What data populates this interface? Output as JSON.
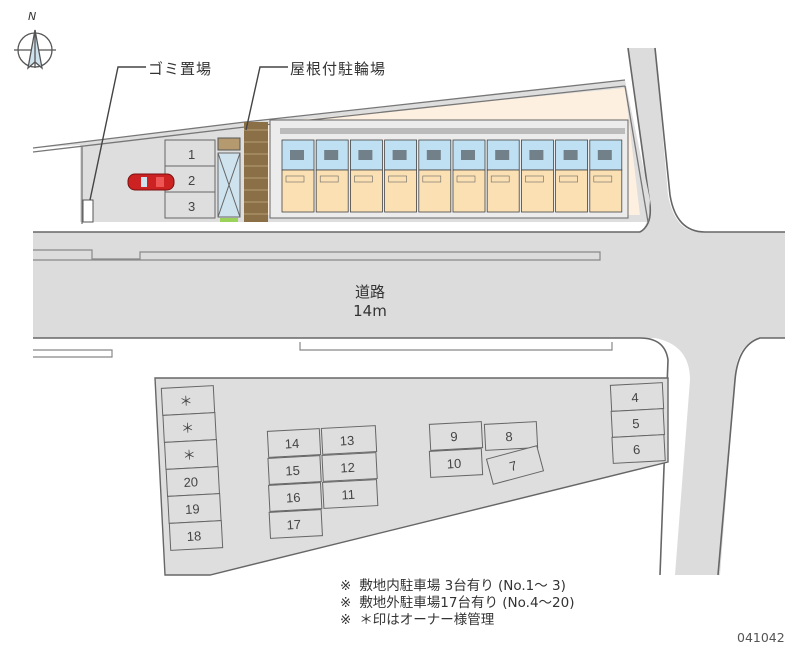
{
  "compass": {
    "north_label": "N"
  },
  "callouts": {
    "garbage": "ゴミ置場",
    "bicycle": "屋根付駐輪場"
  },
  "road": {
    "name": "道路",
    "width": "14m"
  },
  "onsite_parking": {
    "stalls": [
      "1",
      "2",
      "3"
    ]
  },
  "offsite_parking": {
    "left_column": [
      "＊",
      "＊",
      "＊",
      "20",
      "19",
      "18"
    ],
    "center_left": [
      "14",
      "15",
      "16",
      "17"
    ],
    "center_right": [
      "13",
      "12",
      "11"
    ],
    "pair_left": [
      "9",
      "10"
    ],
    "pair_right": [
      "8",
      "7"
    ],
    "right_column": [
      "4",
      "5",
      "6"
    ]
  },
  "building": {
    "units": 10
  },
  "notes": [
    {
      "mark": "※",
      "text": "敷地内駐車場 3台有り (No.1〜 3)"
    },
    {
      "mark": "※",
      "text": "敷地外駐車場17台有り (No.4〜20)"
    },
    {
      "mark": "※",
      "text": "＊印はオーナー様管理"
    }
  ],
  "code": "041042",
  "colors": {
    "road": "#dcdcdc",
    "lot": "#dedede",
    "unit_blue": "#bfe0f2",
    "unit_beige": "#fbe0b4",
    "yard": "#fdf0e0",
    "car": "#cc2222",
    "bike_parking": "#8b6f47",
    "line": "#555555"
  }
}
